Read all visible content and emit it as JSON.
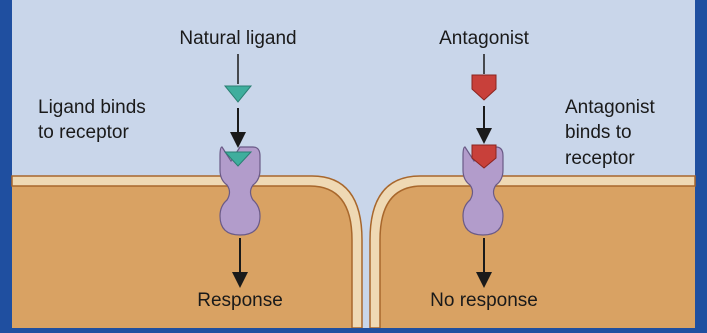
{
  "labels": {
    "natural_ligand": "Natural ligand",
    "antagonist": "Antagonist",
    "ligand_binds_line1": "Ligand binds",
    "ligand_binds_line2": "to receptor",
    "antagonist_binds_line1": "Antagonist",
    "antagonist_binds_line2": "binds to",
    "antagonist_binds_line3": "receptor",
    "response": "Response",
    "no_response": "No response"
  },
  "colors": {
    "frame": "#1f4fa0",
    "background": "#c9d6ea",
    "cell_fill": "#d9a263",
    "membrane": "#efd9b4",
    "membrane_edge": "#a8672c",
    "receptor": "#b29ccb",
    "ligand": "#3fae9d",
    "antagonist": "#c8403a"
  },
  "icons": {
    "ligand": "triangle-icon",
    "antagonist": "pentagon-icon",
    "receptor": "receptor-icon",
    "arrow": "arrow-down-icon"
  }
}
